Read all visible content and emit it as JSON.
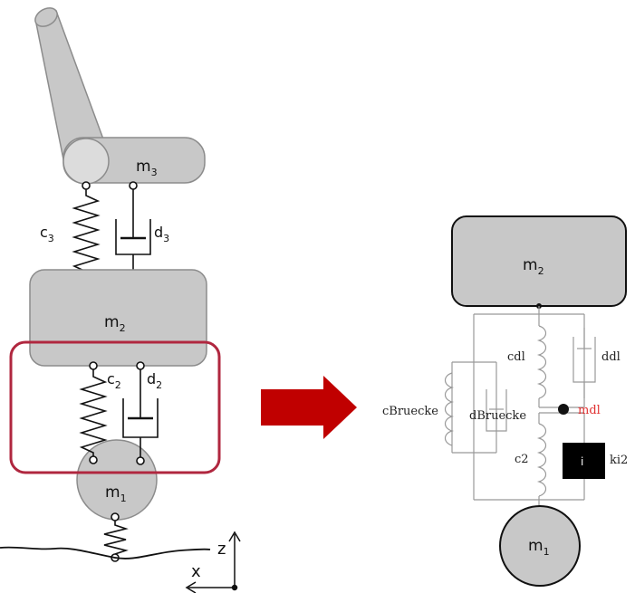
{
  "left_model": {
    "labels": {
      "m3": "m",
      "m3_sub": "3",
      "m2": "m",
      "m2_sub": "2",
      "m1": "m",
      "m1_sub": "1",
      "c3": "c",
      "c3_sub": "3",
      "d3": "d",
      "d3_sub": "3",
      "c2": "c",
      "c2_sub": "2",
      "d2": "d",
      "d2_sub": "2",
      "axis_z": "z",
      "axis_x": "x"
    }
  },
  "right_model": {
    "labels": {
      "m2": "m",
      "m2_sub": "2",
      "m1": "m",
      "m1_sub": "1",
      "cdl": "cdl",
      "ddl": "ddl",
      "mdl": "mdl",
      "cBruecke": "cBruecke",
      "dBruecke": "dBruecke",
      "c2": "c2",
      "ki2": "ki2",
      "block_i": "i"
    }
  },
  "colors": {
    "mass_fill": "#c8c8c8",
    "mass_stroke": "#8c8c8c",
    "highlight_box": "#b0273f",
    "arrow": "#c00000",
    "mdl_label": "#e03030",
    "thin_line": "#999999"
  }
}
